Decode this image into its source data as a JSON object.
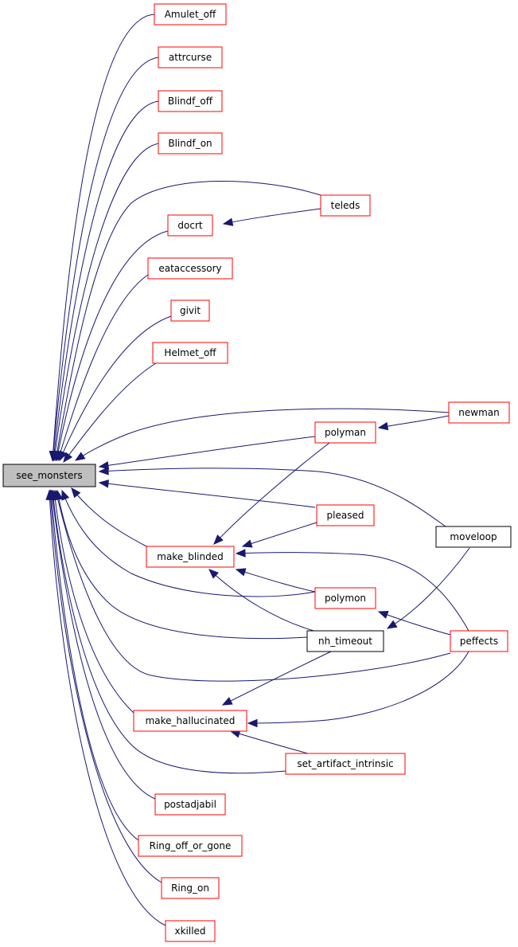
{
  "diagram": {
    "type": "caller-graph",
    "colors": {
      "edge": "#191970",
      "focus_fill": "#bfbfbf",
      "focus_border": "#000000",
      "link_border": "#ff0000",
      "plain_border": "#000000",
      "box_fill": "#ffffff"
    },
    "nodes": [
      {
        "id": "see_monsters",
        "label": "see_monsters",
        "style": "focus"
      },
      {
        "id": "Amulet_off",
        "label": "Amulet_off",
        "style": "link"
      },
      {
        "id": "attrcurse",
        "label": "attrcurse",
        "style": "link"
      },
      {
        "id": "Blindf_off",
        "label": "Blindf_off",
        "style": "link"
      },
      {
        "id": "Blindf_on",
        "label": "Blindf_on",
        "style": "link"
      },
      {
        "id": "teleds",
        "label": "teleds",
        "style": "link"
      },
      {
        "id": "docrt",
        "label": "docrt",
        "style": "link"
      },
      {
        "id": "eataccessory",
        "label": "eataccessory",
        "style": "link"
      },
      {
        "id": "givit",
        "label": "givit",
        "style": "link"
      },
      {
        "id": "Helmet_off",
        "label": "Helmet_off",
        "style": "link"
      },
      {
        "id": "newman",
        "label": "newman",
        "style": "link"
      },
      {
        "id": "polyman",
        "label": "polyman",
        "style": "link"
      },
      {
        "id": "pleased",
        "label": "pleased",
        "style": "link"
      },
      {
        "id": "moveloop",
        "label": "moveloop",
        "style": "plain"
      },
      {
        "id": "make_blinded",
        "label": "make_blinded",
        "style": "link"
      },
      {
        "id": "polymon",
        "label": "polymon",
        "style": "link"
      },
      {
        "id": "nh_timeout",
        "label": "nh_timeout",
        "style": "plain"
      },
      {
        "id": "peffects",
        "label": "peffects",
        "style": "link"
      },
      {
        "id": "make_hallucinated",
        "label": "make_hallucinated",
        "style": "link"
      },
      {
        "id": "set_artifact_intrinsic",
        "label": "set_artifact_intrinsic",
        "style": "link"
      },
      {
        "id": "postadjabil",
        "label": "postadjabil",
        "style": "link"
      },
      {
        "id": "Ring_off_or_gone",
        "label": "Ring_off_or_gone",
        "style": "link"
      },
      {
        "id": "Ring_on",
        "label": "Ring_on",
        "style": "link"
      },
      {
        "id": "xkilled",
        "label": "xkilled",
        "style": "link"
      }
    ],
    "edges": [
      {
        "from": "Amulet_off",
        "to": "see_monsters"
      },
      {
        "from": "attrcurse",
        "to": "see_monsters"
      },
      {
        "from": "Blindf_off",
        "to": "see_monsters"
      },
      {
        "from": "Blindf_on",
        "to": "see_monsters"
      },
      {
        "from": "teleds",
        "to": "see_monsters"
      },
      {
        "from": "docrt",
        "to": "see_monsters"
      },
      {
        "from": "eataccessory",
        "to": "see_monsters"
      },
      {
        "from": "givit",
        "to": "see_monsters"
      },
      {
        "from": "Helmet_off",
        "to": "see_monsters"
      },
      {
        "from": "newman",
        "to": "see_monsters"
      },
      {
        "from": "polyman",
        "to": "see_monsters"
      },
      {
        "from": "moveloop",
        "to": "see_monsters"
      },
      {
        "from": "pleased",
        "to": "see_monsters"
      },
      {
        "from": "make_blinded",
        "to": "see_monsters"
      },
      {
        "from": "polymon",
        "to": "see_monsters"
      },
      {
        "from": "nh_timeout",
        "to": "see_monsters"
      },
      {
        "from": "peffects",
        "to": "see_monsters"
      },
      {
        "from": "make_hallucinated",
        "to": "see_monsters"
      },
      {
        "from": "set_artifact_intrinsic",
        "to": "see_monsters"
      },
      {
        "from": "postadjabil",
        "to": "see_monsters"
      },
      {
        "from": "Ring_off_or_gone",
        "to": "see_monsters"
      },
      {
        "from": "Ring_on",
        "to": "see_monsters"
      },
      {
        "from": "xkilled",
        "to": "see_monsters"
      },
      {
        "from": "teleds",
        "to": "docrt"
      },
      {
        "from": "newman",
        "to": "polyman"
      },
      {
        "from": "polyman",
        "to": "make_blinded"
      },
      {
        "from": "pleased",
        "to": "make_blinded"
      },
      {
        "from": "polymon",
        "to": "make_blinded"
      },
      {
        "from": "nh_timeout",
        "to": "make_blinded"
      },
      {
        "from": "peffects",
        "to": "make_blinded"
      },
      {
        "from": "moveloop",
        "to": "nh_timeout"
      },
      {
        "from": "peffects",
        "to": "polymon"
      },
      {
        "from": "nh_timeout",
        "to": "make_hallucinated"
      },
      {
        "from": "peffects",
        "to": "make_hallucinated"
      },
      {
        "from": "set_artifact_intrinsic",
        "to": "make_hallucinated"
      }
    ]
  }
}
